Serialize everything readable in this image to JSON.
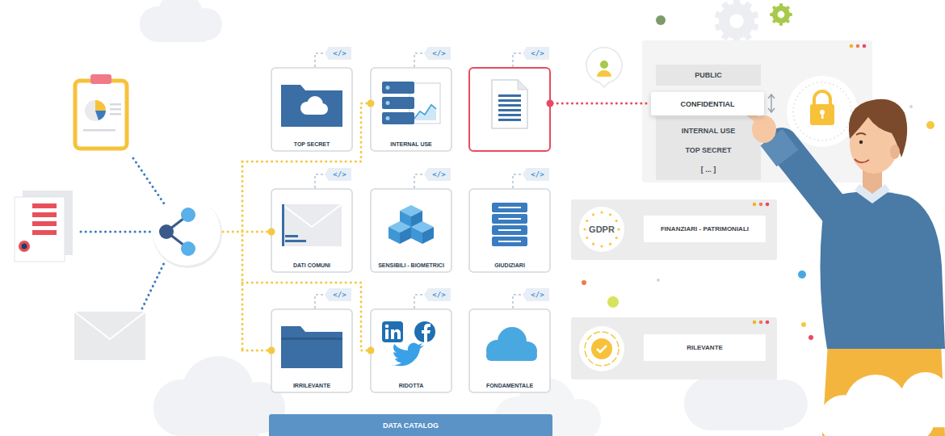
{
  "diagram": {
    "nodes": [
      {
        "text": [
          "TOP SECRET"
        ]
      },
      {
        "text": [
          "INTERNAL USE"
        ]
      },
      {
        "text": [
          "DATI COMUNI"
        ]
      },
      {
        "text": [
          "SENSIBILI - BIOMETRICI"
        ]
      },
      {
        "text": [
          "GIUDIZIARI"
        ]
      },
      {
        "text": [
          "IRRILEVANTE"
        ]
      },
      {
        "text": [
          "RIDOTTA"
        ]
      },
      {
        "text": [
          "FONDAMENTALE"
        ]
      },
      {
        "text": [
          "DATA CATALOG"
        ]
      },
      {
        "text": [
          "PUBLIC"
        ]
      },
      {
        "text": [
          "CONFIDENTIAL"
        ]
      },
      {
        "text": [
          "INTERNAL USE"
        ]
      },
      {
        "text": [
          "TOP SECRET"
        ]
      },
      {
        "text": [
          "[ ... ]"
        ]
      },
      {
        "text": [
          "GDPR"
        ]
      },
      {
        "text": [
          "FINANZIARI - PATRIMONIALI"
        ]
      },
      {
        "text": [
          "RILEVANTE"
        ]
      }
    ],
    "labels": [
      "</>",
      "</>",
      "</>",
      "</>",
      "</>",
      "</>",
      "</>",
      "</>",
      "</>"
    ]
  }
}
